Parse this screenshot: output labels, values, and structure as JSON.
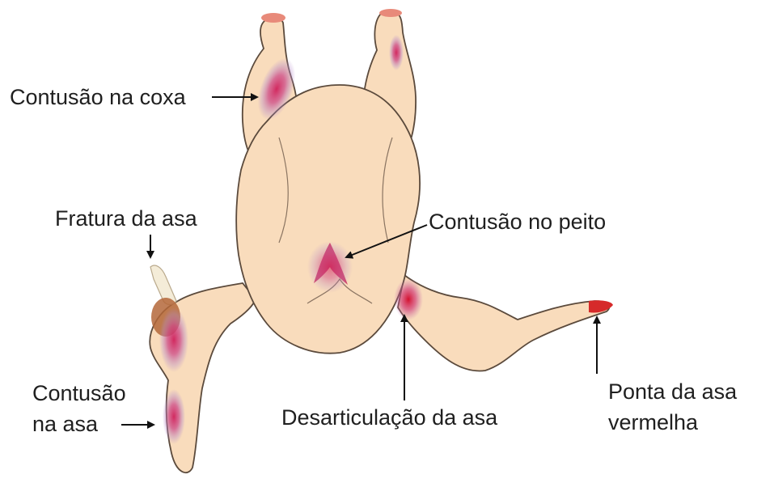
{
  "labels": {
    "thigh_bruise": "Contusão na coxa",
    "wing_fracture": "Fratura da asa",
    "breast_bruise": "Contusão no peito",
    "wing_bruise_line1": "Contusão",
    "wing_bruise_line2": "na asa",
    "wing_dislocation": "Desarticulação da asa",
    "red_wing_tip_line1": "Ponta da asa",
    "red_wing_tip_line2": "vermelha"
  },
  "colors": {
    "skin": "#f9dcbc",
    "skin_outline": "#5b4a3c",
    "bruise": "#c8285a",
    "bruise_light": "#b58ac8",
    "wing_tip": "#d62a2a",
    "bone": "#f4ecd8",
    "arrow": "#111111"
  }
}
